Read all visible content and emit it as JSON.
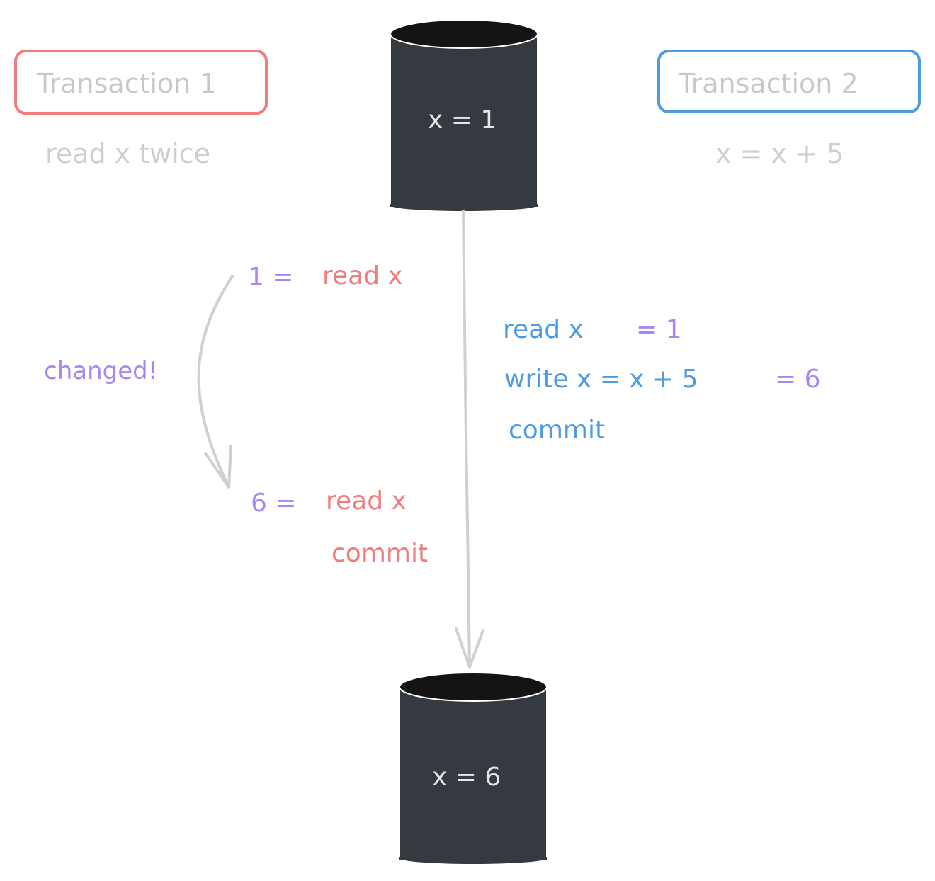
{
  "transaction1": {
    "title": "Transaction 1",
    "subtitle": "read x twice",
    "color": "#f37b7b"
  },
  "transaction2": {
    "title": "Transaction 2",
    "subtitle": "x = x + 5",
    "color": "#4d9be3"
  },
  "db_before": {
    "label": "x = 1"
  },
  "db_after": {
    "label": "x = 6"
  },
  "t1_steps": {
    "first_value": "1 =",
    "first_op": "read x",
    "changed_note": "changed!",
    "second_value": "6 =",
    "second_op": "read x",
    "commit": "commit"
  },
  "t2_steps": {
    "line1_op": "read x",
    "line1_result": "= 1",
    "line2_op": "write x = x + 5",
    "line2_result": "= 6",
    "line3": "commit"
  },
  "colors": {
    "red": "#f37b7b",
    "purple": "#a987f0",
    "blue": "#4d9be3",
    "db_fill": "#343a40",
    "arrow": "#d0d0d0"
  }
}
